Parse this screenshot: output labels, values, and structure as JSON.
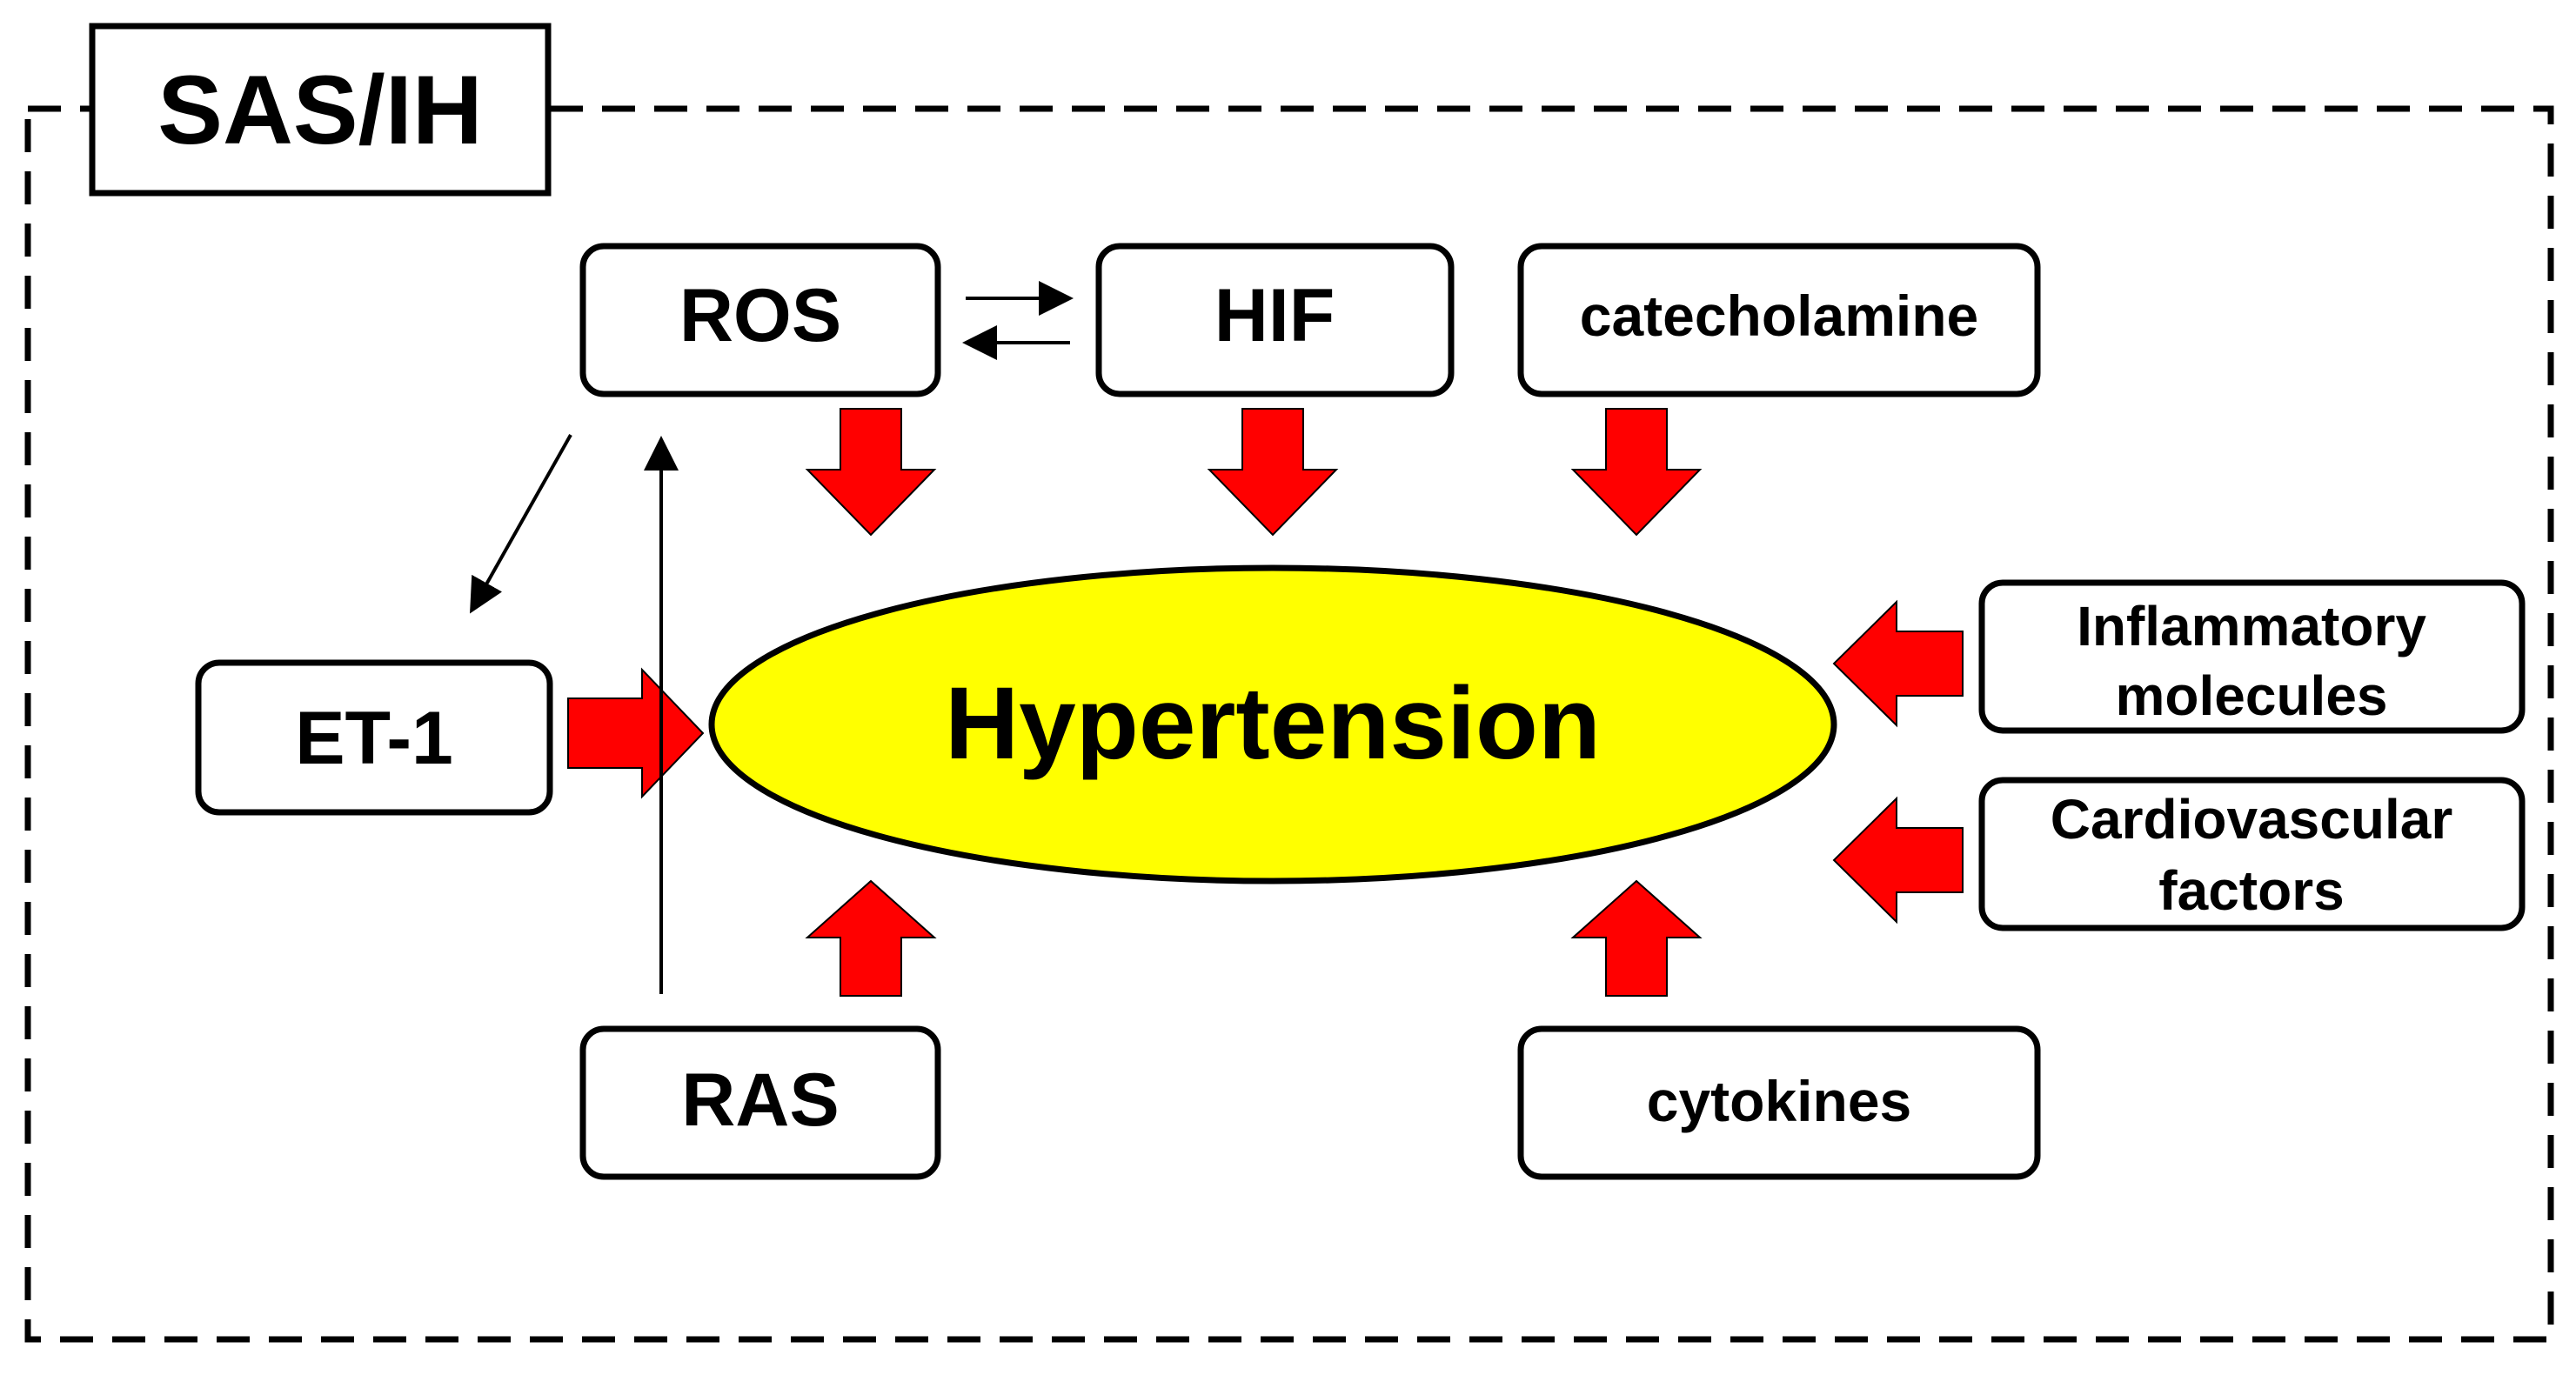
{
  "frame": {
    "label": "SAS/IH"
  },
  "center": {
    "label": "Hypertension",
    "fill": "#ffff00"
  },
  "nodes": {
    "ros": "ROS",
    "hif": "HIF",
    "catecholamine": "catecholamine",
    "et1": "ET-1",
    "ras": "RAS",
    "cytokines": "cytokines",
    "inflammatory": [
      "Inflammatory",
      "molecules"
    ],
    "cardiovascular": [
      "Cardiovascular",
      "factors"
    ]
  },
  "colors": {
    "arrow": "#ff0000",
    "outline": "#000000"
  }
}
